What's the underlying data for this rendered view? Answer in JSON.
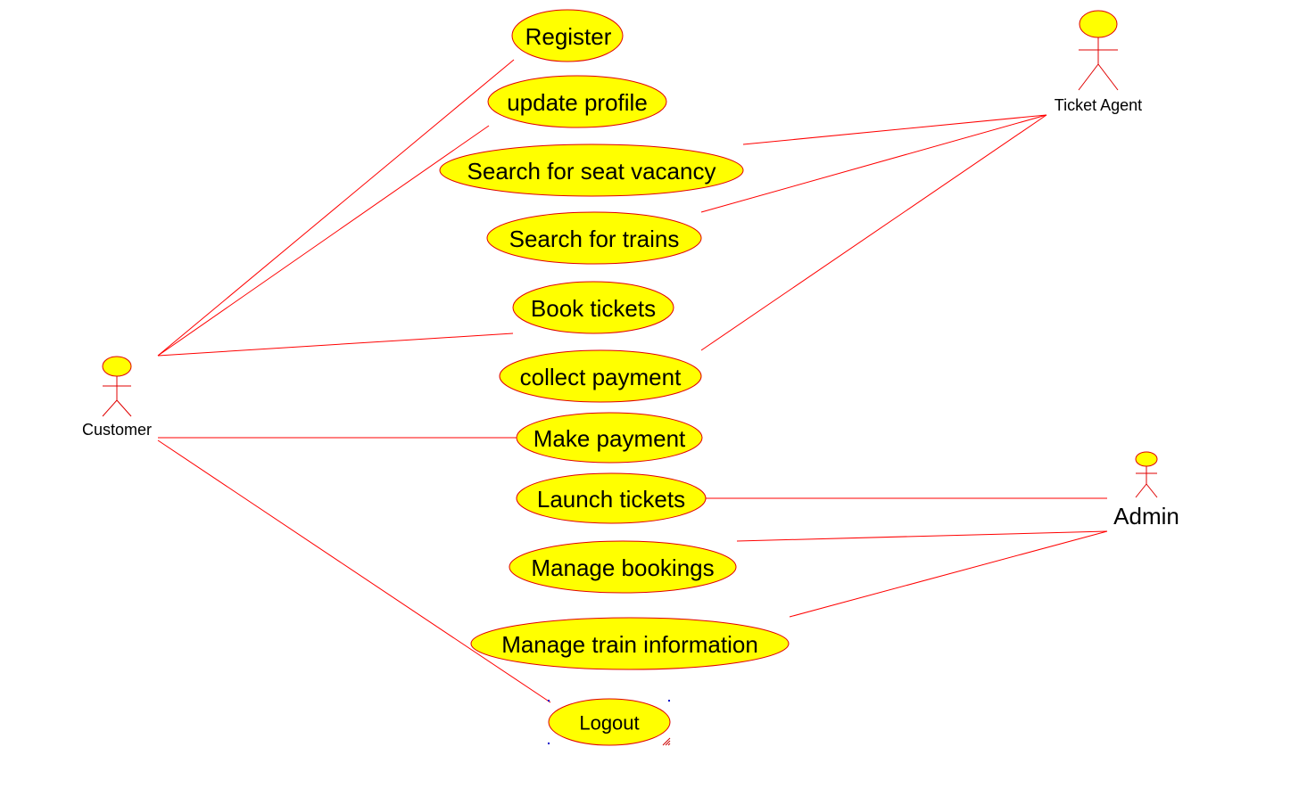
{
  "diagram": {
    "type": "use-case",
    "colors": {
      "usecase_fill": "#ffff00",
      "usecase_stroke": "#e00000",
      "association_line": "#ff0000",
      "actor_stroke": "#e00000",
      "selection_marker": "#0000cc"
    },
    "actors": [
      {
        "id": "customer",
        "label": "Customer"
      },
      {
        "id": "ticket_agent",
        "label": "Ticket Agent"
      },
      {
        "id": "admin",
        "label": "Admin"
      }
    ],
    "use_cases": [
      {
        "id": "register",
        "label": "Register"
      },
      {
        "id": "update_profile",
        "label": "update profile"
      },
      {
        "id": "search_seat",
        "label": "Search for seat vacancy"
      },
      {
        "id": "search_trains",
        "label": "Search for trains"
      },
      {
        "id": "book_tickets",
        "label": "Book tickets"
      },
      {
        "id": "collect_payment",
        "label": "collect payment"
      },
      {
        "id": "make_payment",
        "label": "Make payment"
      },
      {
        "id": "launch_tickets",
        "label": "Launch tickets"
      },
      {
        "id": "manage_bookings",
        "label": "Manage bookings"
      },
      {
        "id": "manage_train_info",
        "label": "Manage train information"
      },
      {
        "id": "logout",
        "label": "Logout",
        "selected": true
      }
    ],
    "associations": [
      {
        "from": "customer",
        "to": "register"
      },
      {
        "from": "customer",
        "to": "update_profile"
      },
      {
        "from": "customer",
        "to": "book_tickets"
      },
      {
        "from": "customer",
        "to": "make_payment"
      },
      {
        "from": "customer",
        "to": "logout"
      },
      {
        "from": "ticket_agent",
        "to": "search_seat"
      },
      {
        "from": "ticket_agent",
        "to": "search_trains"
      },
      {
        "from": "ticket_agent",
        "to": "collect_payment"
      },
      {
        "from": "admin",
        "to": "launch_tickets"
      },
      {
        "from": "admin",
        "to": "manage_bookings"
      },
      {
        "from": "admin",
        "to": "manage_train_info"
      }
    ]
  }
}
